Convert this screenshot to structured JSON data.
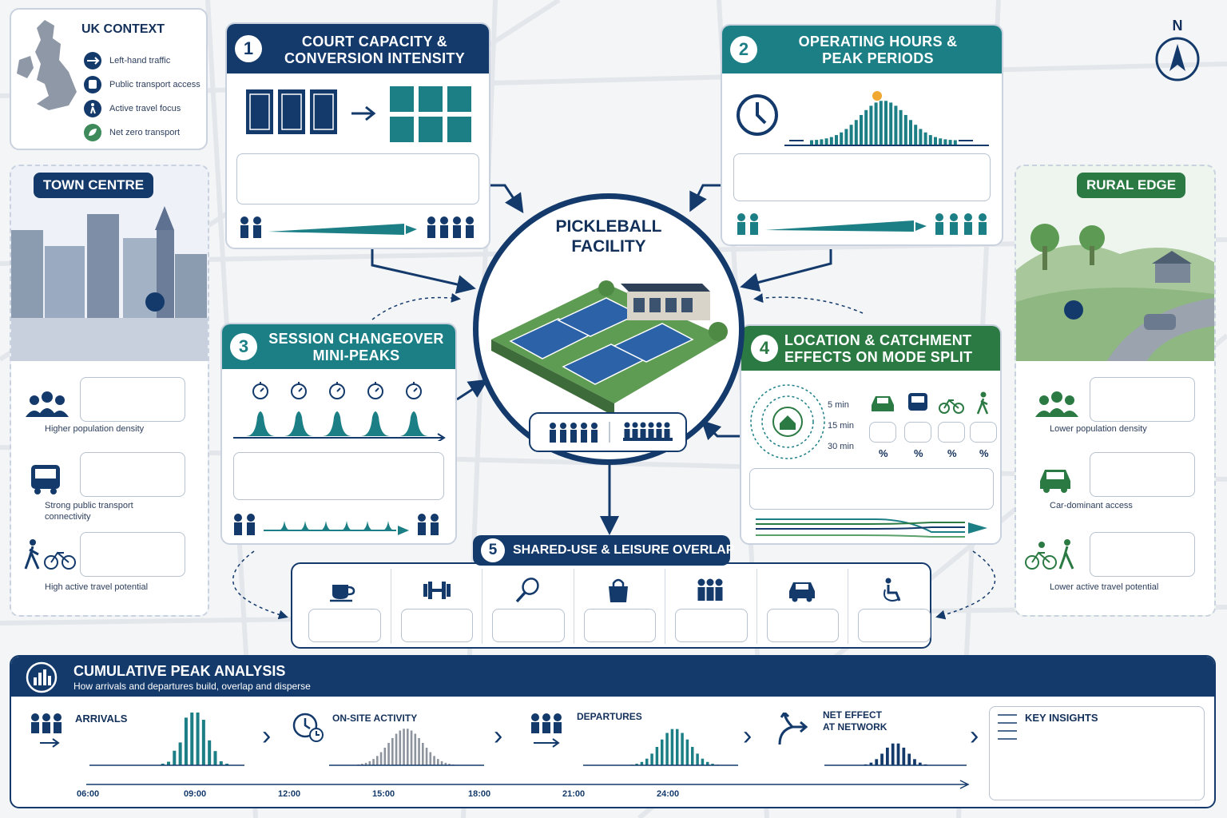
{
  "uk_context": {
    "title": "UK CONTEXT",
    "items": [
      {
        "label": "Left-hand traffic",
        "icon": "road-icon"
      },
      {
        "label": "Public transport access",
        "icon": "bus-icon"
      },
      {
        "label": "Active travel focus",
        "icon": "walking-icon"
      },
      {
        "label": "Net zero transport",
        "icon": "leaf-icon"
      }
    ]
  },
  "compass": {
    "label": "N"
  },
  "town_centre": {
    "title": "TOWN CENTRE",
    "items": [
      {
        "label": "Higher population density",
        "icon": "people-group-icon"
      },
      {
        "label": "Strong public transport connectivity",
        "icon": "bus-icon"
      },
      {
        "label": "High active travel potential",
        "icon": "walk-cycle-icon"
      }
    ]
  },
  "rural_edge": {
    "title": "RURAL EDGE",
    "items": [
      {
        "label": "Lower population density",
        "icon": "people-group-icon"
      },
      {
        "label": "Car-dominant access",
        "icon": "car-icon"
      },
      {
        "label": "Lower active travel potential",
        "icon": "cycle-walk-icon"
      }
    ]
  },
  "panel1": {
    "number": "1",
    "title_line1": "COURT CAPACITY &",
    "title_line2": "CONVERSION INTENSITY"
  },
  "panel2": {
    "number": "2",
    "title_line1": "OPERATING HOURS &",
    "title_line2": "PEAK PERIODS"
  },
  "panel3": {
    "number": "3",
    "title_line1": "SESSION CHANGEOVER",
    "title_line2": "MINI-PEAKS"
  },
  "panel4": {
    "number": "4",
    "title_line1": "LOCATION & CATCHMENT",
    "title_line2": "EFFECTS ON MODE SPLIT",
    "rings": [
      "5 min",
      "15 min",
      "30 min"
    ],
    "modes": [
      {
        "icon": "car-icon",
        "unit": "%"
      },
      {
        "icon": "bus-icon",
        "unit": "%"
      },
      {
        "icon": "bicycle-icon",
        "unit": "%"
      },
      {
        "icon": "walking-icon",
        "unit": "%"
      }
    ]
  },
  "panel5": {
    "number": "5",
    "title": "SHARED-USE & LEISURE OVERLAP",
    "icons": [
      "coffee-cup-icon",
      "dumbbell-icon",
      "tennis-racket-icon",
      "shopping-bag-icon",
      "people-group-icon",
      "car-icon",
      "accessibility-icon"
    ]
  },
  "facility": {
    "title_line1": "PICKLEBALL",
    "title_line2": "FACILITY"
  },
  "cumulative": {
    "title": "CUMULATIVE PEAK ANALYSIS",
    "subtitle": "How arrivals and departures build, overlap and disperse",
    "stages": [
      {
        "label_line1": "ARRIVALS",
        "label_line2": "",
        "icon": "arrivals-icon"
      },
      {
        "label_line1": "ON-SITE ACTIVITY",
        "label_line2": "",
        "icon": "clock-icon"
      },
      {
        "label_line1": "DEPARTURES",
        "label_line2": "",
        "icon": "departures-icon"
      },
      {
        "label_line1": "NET EFFECT",
        "label_line2": "AT NETWORK",
        "icon": "merge-arrows-icon"
      }
    ],
    "key_insights": "KEY INSIGHTS",
    "times": [
      "06:00",
      "09:00",
      "12:00",
      "15:00",
      "18:00",
      "21:00",
      "24:00"
    ]
  },
  "colors": {
    "navy": "#143a6b",
    "teal": "#1c7f86",
    "green": "#2c7a43"
  }
}
